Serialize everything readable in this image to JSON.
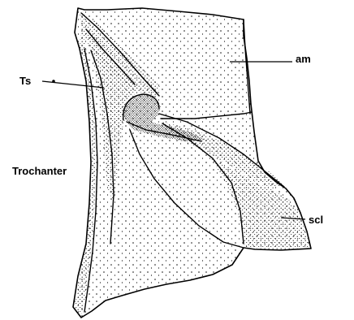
{
  "labels": {
    "am": "am",
    "ts": "Ts",
    "trochanter": "Trochanter",
    "scl": "scl"
  },
  "colors": {
    "ink": "#000000",
    "paper": "#ffffff"
  }
}
